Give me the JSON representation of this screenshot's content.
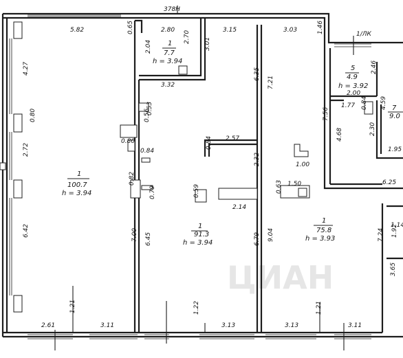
{
  "plan": {
    "axis_label": "378Н",
    "section_label": "1/ЛК",
    "watermark": "ЦИАН",
    "rooms": [
      {
        "id": "r-big-left",
        "num": "1",
        "area": "100.7",
        "h": "h = 3.94"
      },
      {
        "id": "r-small-top",
        "num": "1",
        "area": "7.7",
        "h": "h = 3.94"
      },
      {
        "id": "r-center",
        "num": "1",
        "area": "91.3",
        "h": "h = 3.94"
      },
      {
        "id": "r-right",
        "num": "1",
        "area": "75.8",
        "h": "h = 3.93"
      },
      {
        "id": "r-5",
        "num": "5",
        "area": "4.9",
        "h": "h = 3.92"
      },
      {
        "id": "r-7",
        "num": "7",
        "area": "9.0",
        "h": ""
      }
    ],
    "dims": [
      "5.82",
      "0.65",
      "2.80",
      "3.15",
      "3.03",
      "1.46",
      "4.27",
      "0.80",
      "2.72",
      "6.42",
      "2.04",
      "2.70",
      "3.01",
      "3.32",
      "6.35",
      "7.21",
      "0.53",
      "0.56",
      "0.80",
      "0.84",
      "0.84",
      "2.57",
      "2.32",
      "1.00",
      "7.56",
      "4.68",
      "2.30",
      "1.95",
      "6.25",
      "0.82",
      "0.79",
      "0.59",
      "2.14",
      "0.63",
      "1.50",
      "7.00",
      "6.45",
      "6.79",
      "9.04",
      "7.24",
      "3.65",
      "1.14",
      "1.92",
      "2.61",
      "1.21",
      "3.11",
      "1.22",
      "3.13",
      "3.13",
      "1.21",
      "3.11",
      "2.46",
      "2.00",
      "1.77",
      "0.84",
      "4.59"
    ]
  }
}
